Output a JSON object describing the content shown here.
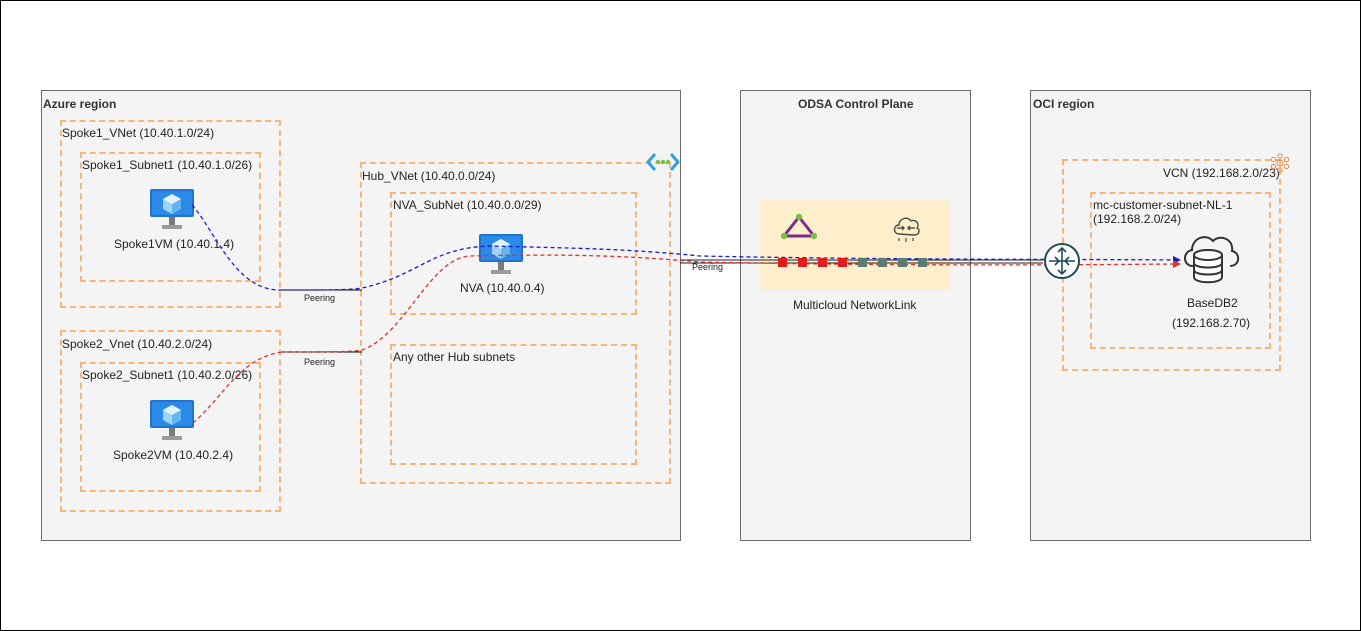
{
  "regions": {
    "azure": "Azure region",
    "odsa": "ODSA Control Plane",
    "oci": "OCI region"
  },
  "azure": {
    "spoke1_vnet": "Spoke1_VNet (10.40.1.0/24)",
    "spoke1_subnet": "Spoke1_Subnet1 (10.40.1.0/26)",
    "spoke1_vm": "Spoke1VM (10.40.1.4)",
    "spoke2_vnet": "Spoke2_Vnet (10.40.2.0/24)",
    "spoke2_subnet": "Spoke2_Subnet1 (10.40.2.0/26)",
    "spoke2_vm": "Spoke2VM (10.40.2.4)",
    "hub_vnet": "Hub_VNet (10.40.0.0/24)",
    "nva_subnet": "NVA_SubNet (10.40.0.0/29)",
    "nva": "NVA (10.40.0.4)",
    "other_subnets": "Any other Hub subnets",
    "peering_1": "Peering",
    "peering_2": "Peering"
  },
  "odsa": {
    "peering_3": "Peering",
    "link_label": "Multicloud NetworkLink"
  },
  "oci": {
    "vcn": "VCN (192.168.2.0/23)",
    "subnet_line1": "mc-customer-subnet-NL-1",
    "subnet_line2": "(192.168.2.0/24)",
    "db_name": "BaseDB2",
    "db_ip": "(192.168.2.70)"
  },
  "icons": [
    "vm-icon",
    "vnet-icon",
    "network-link-icon",
    "interconnect-icon",
    "router-icon",
    "database-icon",
    "vcn-icon"
  ],
  "colors": {
    "region_fill": "#f4f4f4",
    "dashed_border": "#f7b57a",
    "panel_fill": "#fdefcc",
    "blue_path": "#1c1ccc",
    "red_path": "#e03030",
    "vm_blue": "#1e73d0",
    "link_red": "#e01c1c",
    "link_gray": "#5f7a73"
  }
}
